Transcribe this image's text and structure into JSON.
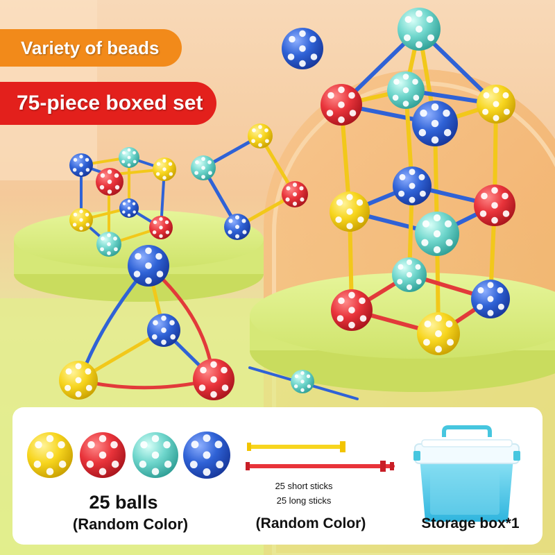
{
  "banners": {
    "variety": "Variety of beads",
    "boxed_set": "75-piece boxed set"
  },
  "contents": {
    "balls_count": "25 balls",
    "balls_color": "(Random Color)",
    "short_sticks": "25 short sticks",
    "long_sticks": "25 long sticks",
    "sticks_color": "(Random Color)",
    "storage_box": "Storage box*1"
  },
  "colors": {
    "yellow": "#f7d51e",
    "red": "#e8333a",
    "cyan": "#6fd6cc",
    "blue": "#2f62d6",
    "banner_orange": "#f28a1a",
    "banner_red": "#e3201c"
  }
}
